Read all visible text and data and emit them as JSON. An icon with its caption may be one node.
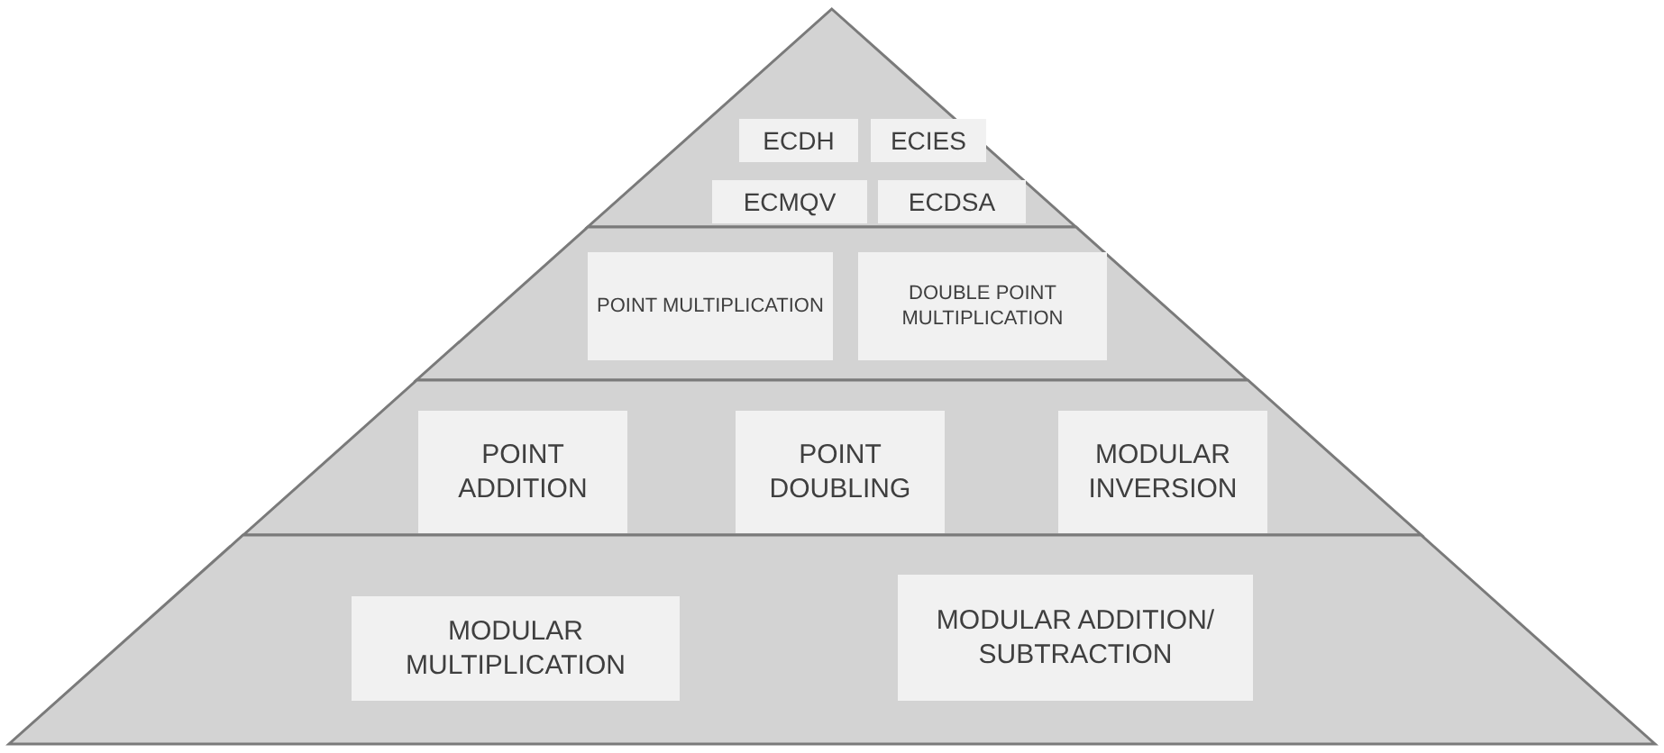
{
  "diagram": {
    "nodes": [
      {
        "text": [],
        "shape": "triangle"
      },
      {
        "text": [
          "ECDH"
        ],
        "in": 0
      },
      {
        "text": [
          "ECIES"
        ],
        "in": 0
      },
      {
        "text": [
          "ECMQV"
        ],
        "in": 0
      },
      {
        "text": [
          "ECDSA"
        ],
        "in": 0
      },
      {
        "text": [],
        "shape": "band"
      },
      {
        "text": [
          "POINT MULTIPLICATION"
        ],
        "in": 5
      },
      {
        "text": [
          "DOUBLE POINT MULTIPLICATION"
        ],
        "in": 5
      },
      {
        "text": [],
        "shape": "band"
      },
      {
        "text": [
          "POINT ADDITION"
        ],
        "in": 8
      },
      {
        "text": [
          "POINT DOUBLING"
        ],
        "in": 8
      },
      {
        "text": [
          "MODULAR INVERSION"
        ],
        "in": 8
      },
      {
        "text": [],
        "shape": "band"
      },
      {
        "text": [
          "MODULAR MULTIPLICATION"
        ],
        "in": 12
      },
      {
        "text": [
          "MODULAR ADDITION/ SUBTRACTION"
        ],
        "in": 12
      }
    ]
  }
}
